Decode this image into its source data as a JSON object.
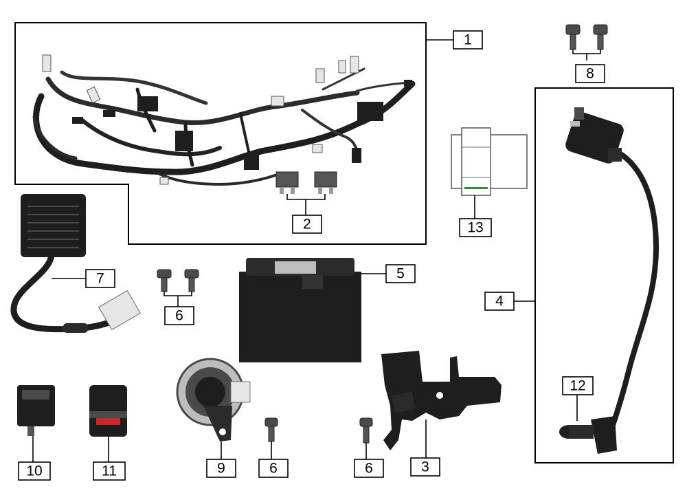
{
  "callouts": [
    {
      "id": "c1",
      "number": "1"
    },
    {
      "id": "c2",
      "number": "2"
    },
    {
      "id": "c3",
      "number": "3"
    },
    {
      "id": "c4",
      "number": "4"
    },
    {
      "id": "c5",
      "number": "5"
    },
    {
      "id": "c6a",
      "number": "6"
    },
    {
      "id": "c6b",
      "number": "6"
    },
    {
      "id": "c6c",
      "number": "6"
    },
    {
      "id": "c7",
      "number": "7"
    },
    {
      "id": "c8",
      "number": "8"
    },
    {
      "id": "c9",
      "number": "9"
    },
    {
      "id": "c10",
      "number": "10"
    },
    {
      "id": "c11",
      "number": "11"
    },
    {
      "id": "c12",
      "number": "12"
    },
    {
      "id": "c13",
      "number": "13"
    }
  ],
  "colors": {
    "line": "#000000",
    "part_dark": "#1e1e1e",
    "part_mid": "#4a4a4a",
    "part_light": "#bdbdbd",
    "connector": "#e6e6e6",
    "module_green": "#2e8b3a"
  }
}
